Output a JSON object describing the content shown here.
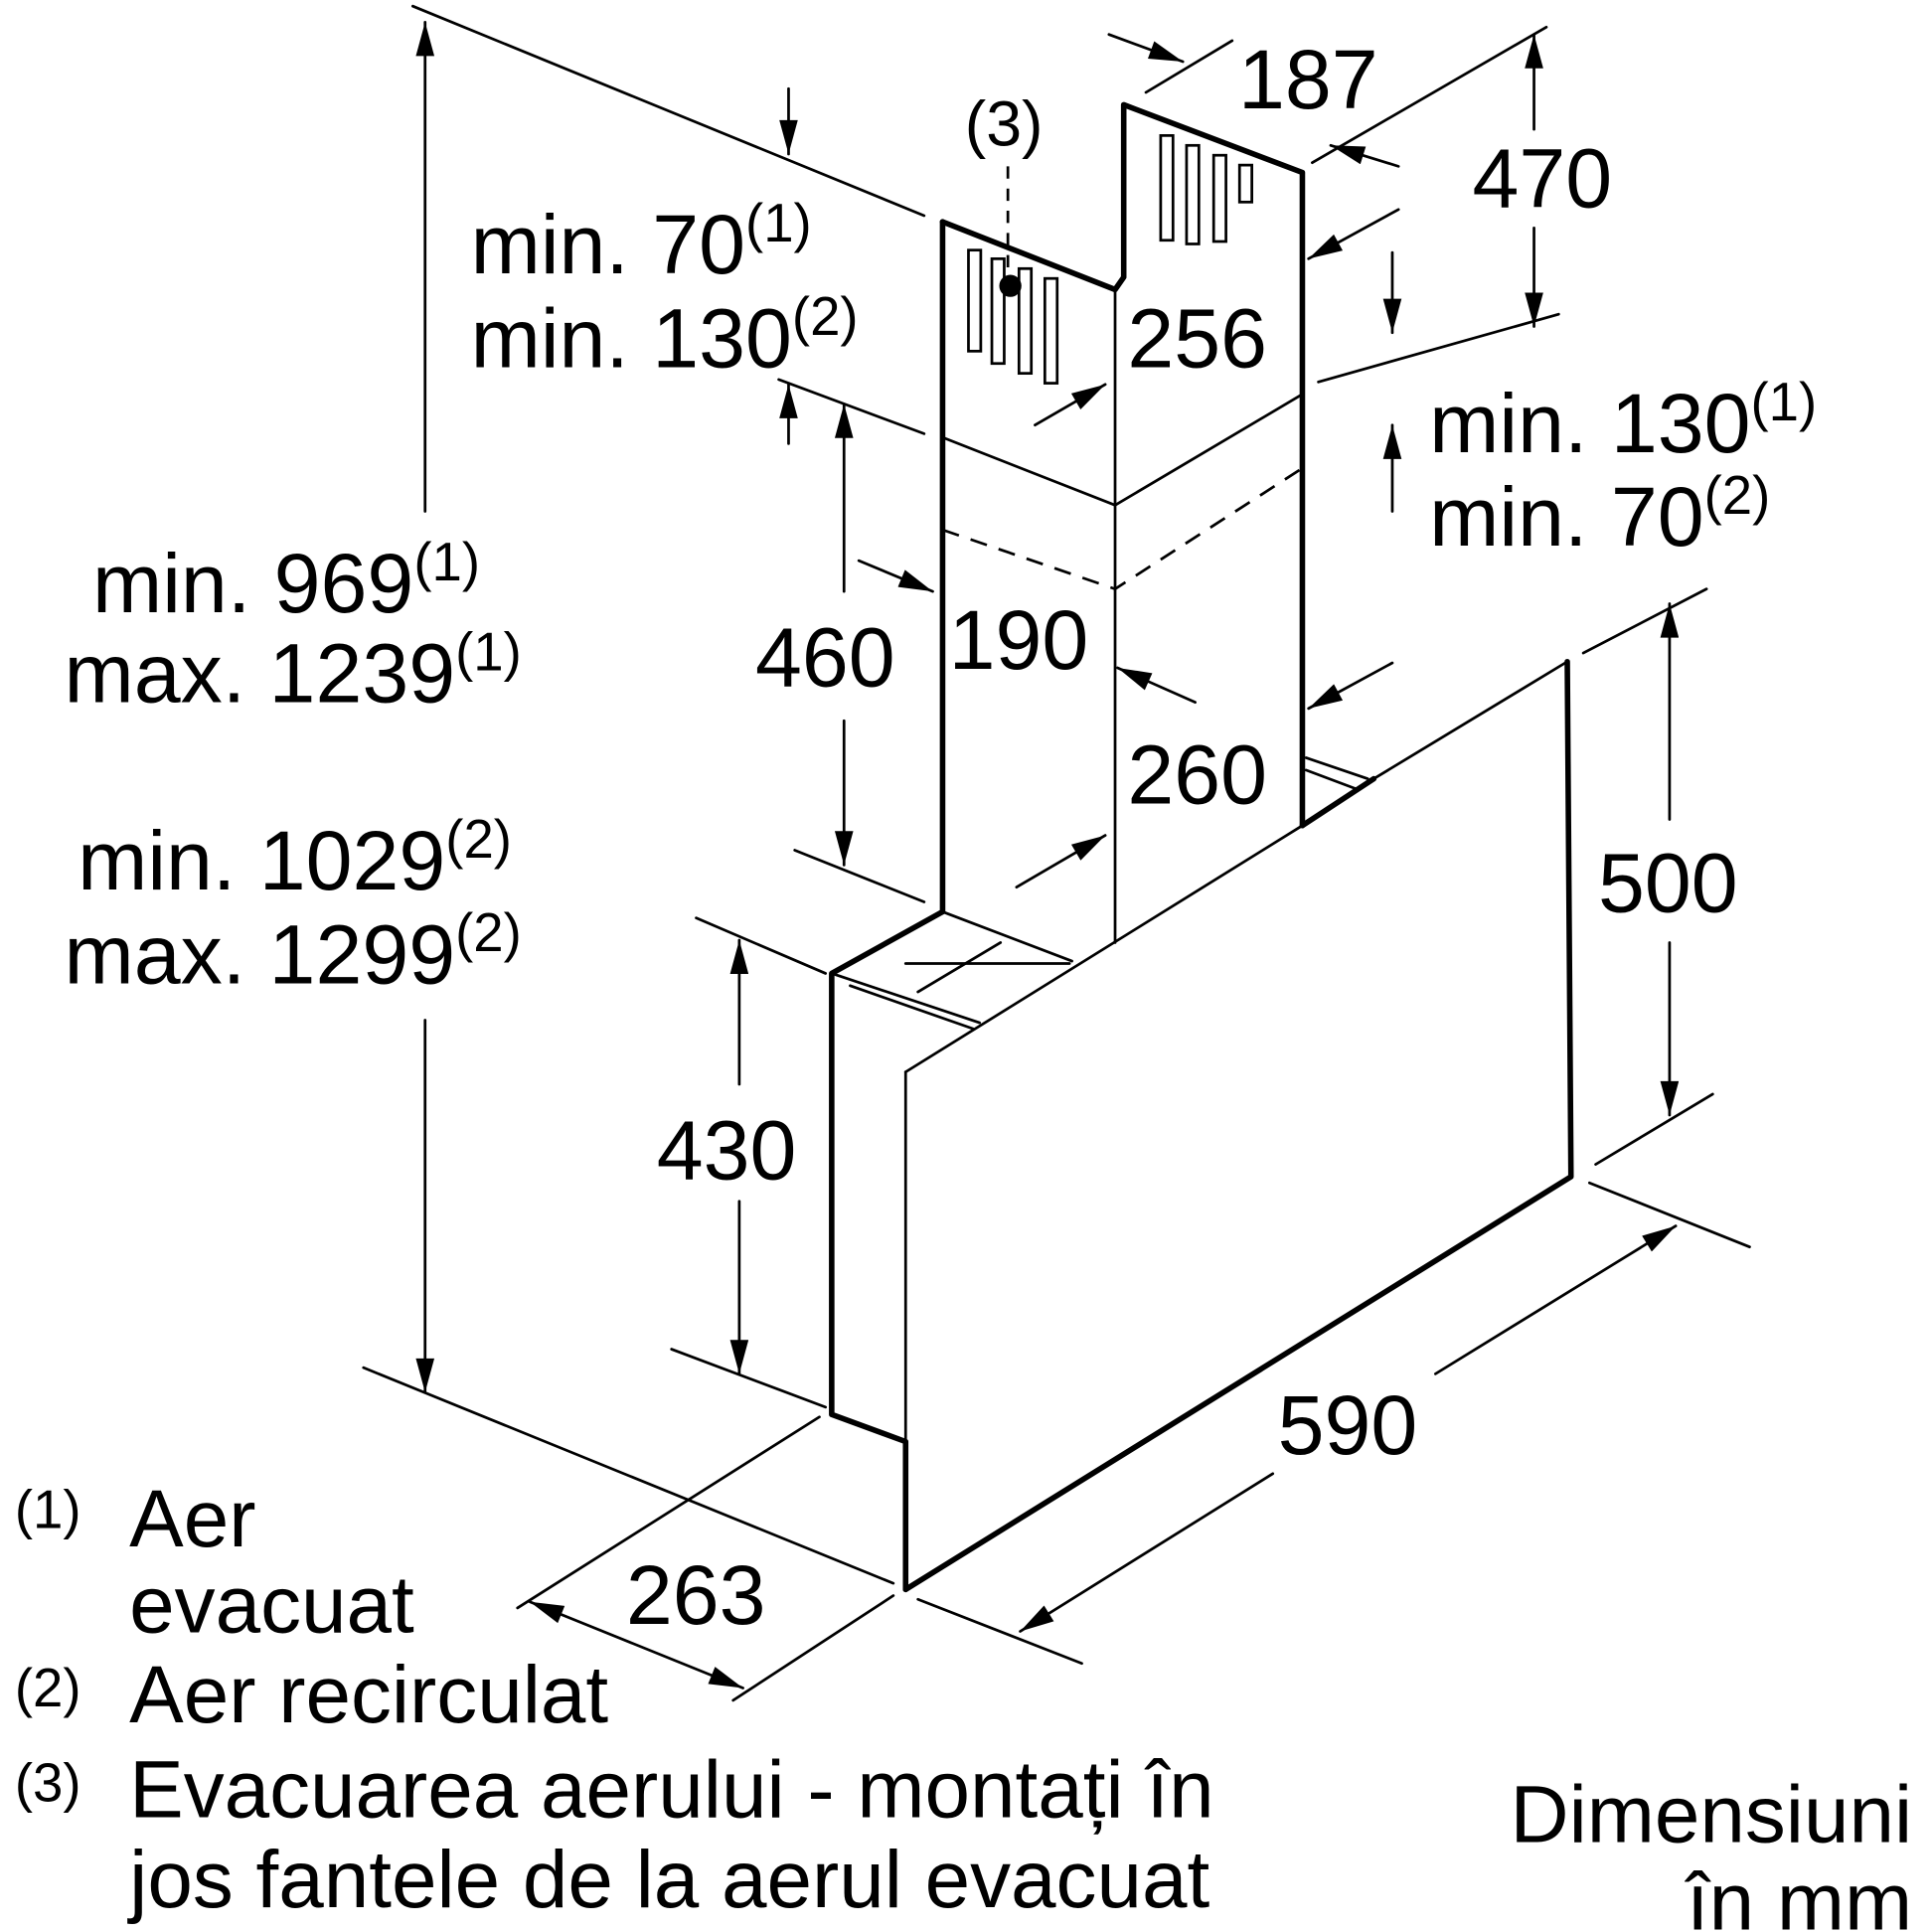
{
  "dimensions": {
    "d187": "187",
    "d470": "470",
    "d256": "256",
    "d460": "460",
    "d190": "190",
    "d260": "260",
    "d500": "500",
    "d430": "430",
    "d590": "590",
    "d263": "263",
    "note3": "(3)"
  },
  "labels": {
    "min70_1": {
      "text": "min. 70",
      "sup": "(1)"
    },
    "min130_2": {
      "text": "min. 130",
      "sup": "(2)"
    },
    "min130_1": {
      "text": "min. 130",
      "sup": "(1)"
    },
    "min70_2": {
      "text": "min. 70",
      "sup": "(2)"
    },
    "min969": {
      "text": "min. 969",
      "sup": "(1)"
    },
    "max1239": {
      "text": "max. 1239",
      "sup": "(1)"
    },
    "min1029": {
      "text": "min. 1029",
      "sup": "(2)"
    },
    "max1299": {
      "text": "max. 1299",
      "sup": "(2)"
    }
  },
  "legend": [
    {
      "marker": "(1)",
      "lines": [
        "Aer",
        "evacuat"
      ]
    },
    {
      "marker": "(2)",
      "lines": [
        "Aer recirculat"
      ]
    },
    {
      "marker": "(3)",
      "lines": [
        "Evacuarea aerului - montați în",
        "jos fantele de la aerul evacuat"
      ]
    }
  ],
  "units": {
    "line1": "Dimensiuni",
    "line2": "în mm"
  }
}
